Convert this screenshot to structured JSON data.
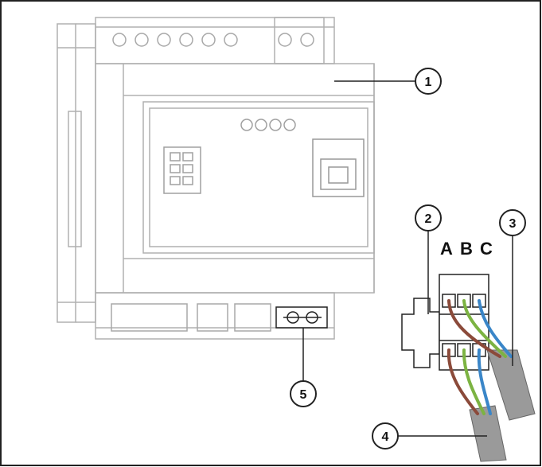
{
  "callouts": [
    {
      "id": "1",
      "label": "1"
    },
    {
      "id": "2",
      "label": "2"
    },
    {
      "id": "3",
      "label": "3"
    },
    {
      "id": "4",
      "label": "4"
    },
    {
      "id": "5",
      "label": "5"
    }
  ],
  "terminal_labels": {
    "a": "A",
    "b": "B",
    "c": "C"
  },
  "wire_colors": {
    "brown": "#8b4a3a",
    "green": "#7cb342",
    "blue": "#3a86c8",
    "sheath": "#8a8a8a"
  }
}
